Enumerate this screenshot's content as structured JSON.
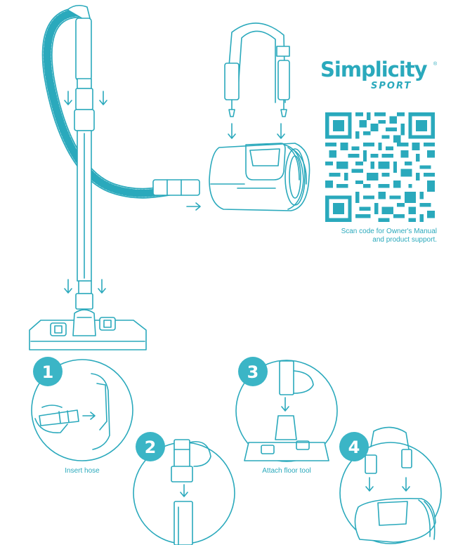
{
  "brand": {
    "name": "Simplicity",
    "registered_mark": "®",
    "product_line": "SPORT"
  },
  "qr": {
    "caption_line1": "Scan code for Owner's Manual",
    "caption_line2": "and product support."
  },
  "steps": [
    {
      "number": "1",
      "caption": "Insert hose"
    },
    {
      "number": "2",
      "caption": ""
    },
    {
      "number": "3",
      "caption": "Attach floor tool"
    },
    {
      "number": "4",
      "caption": ""
    }
  ],
  "colors": {
    "line": "#2aa9bc",
    "badge_fill": "#3bb5c6",
    "qr_dark": "#2aa9bc"
  }
}
